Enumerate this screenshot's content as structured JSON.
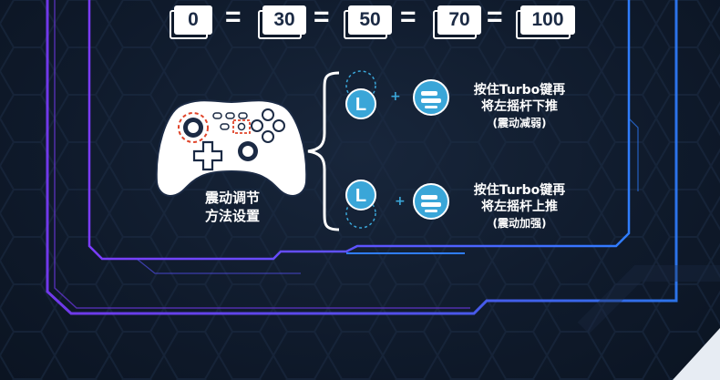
{
  "scale": {
    "levels": [
      "0",
      "30",
      "50",
      "70",
      "100"
    ],
    "separator": "="
  },
  "controller": {
    "label_line1": "震动调节",
    "label_line2": "方法设置"
  },
  "actions": [
    {
      "line1": "按住Turbo键再",
      "line2": "将左摇杆下推",
      "note": "(震动减弱)",
      "stick_key": "L",
      "plus": "+"
    },
    {
      "line1": "按住Turbo键再",
      "line2": "将左摇杆上推",
      "note": "(震动加强)",
      "stick_key": "L",
      "plus": "+"
    }
  ],
  "colors": {
    "frame_purple": "#7b3cff",
    "frame_blue": "#2f7dff",
    "accent_teal": "#3aa6d8",
    "highlight_red": "#e0452b"
  },
  "icons": [
    "turbo-button-icon",
    "left-stick-icon",
    "dpad-icon"
  ]
}
